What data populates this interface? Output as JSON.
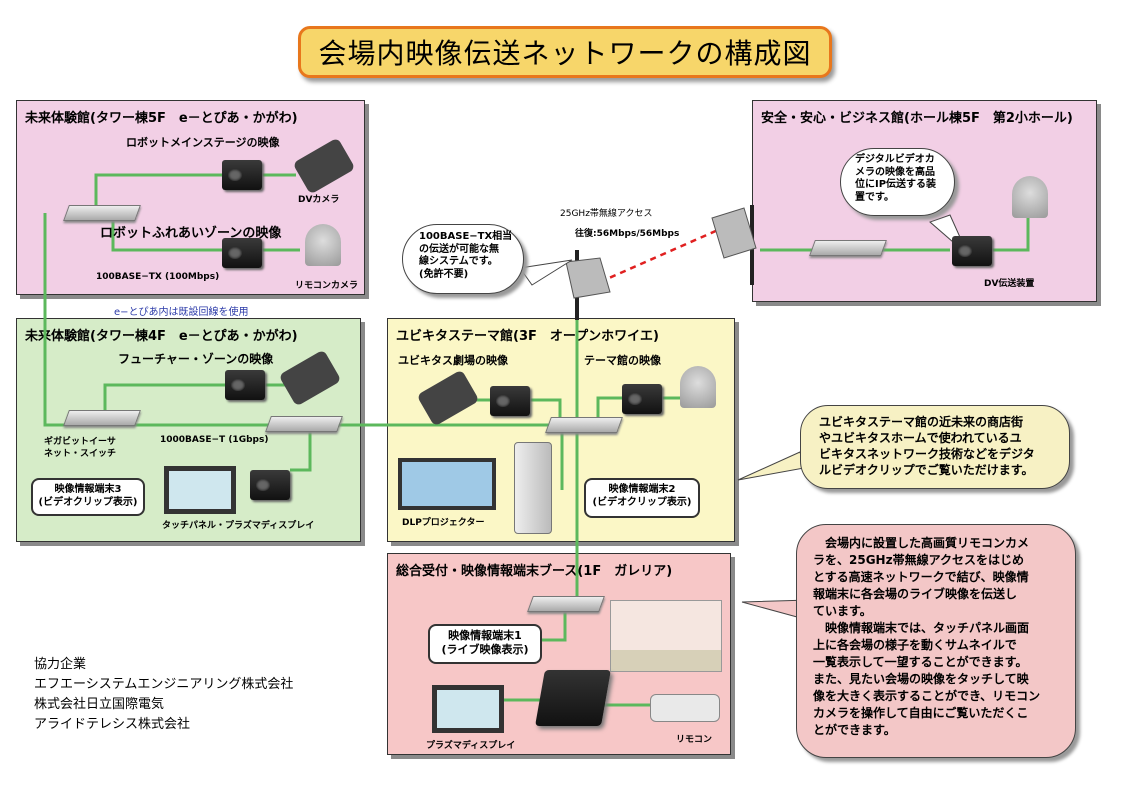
{
  "title": "会場内映像伝送ネットワークの構成図",
  "panels": {
    "mirai5f": {
      "title": "未来体験館(タワー棟5F　e－とぴあ・かがわ)",
      "robot_stage": "ロボットメインステージの映像",
      "robot_zone": "ロボットふれあいゾーンの映像",
      "dv_camera": "DVカメラ",
      "remote_camera": "リモコンカメラ",
      "switch_label": "100BASE−TX (100Mbps)"
    },
    "existing_line": "e−とぴあ内は既設回線を使用",
    "mirai4f": {
      "title": "未来体験館(タワー棟4F　e－とぴあ・かがわ)",
      "future_zone": "フューチャー・ゾーンの映像",
      "gigabit_switch": [
        "ギガビットイーサ",
        "ネット・スイッチ"
      ],
      "gbps_label": "1000BASE−T (1Gbps)",
      "terminal3": [
        "映像情報端末3",
        "(ビデオクリップ表示)"
      ],
      "touch_panel": "タッチパネル・プラズマディスプレイ"
    },
    "ubiquitas": {
      "title": "ユビキタステーマ館(3F　オープンホワイエ)",
      "theater": "ユビキタス劇場の映像",
      "theme_hall": "テーマ館の映像",
      "dlp": "DLPプロジェクター",
      "terminal2": [
        "映像情報端末2",
        "(ビデオクリップ表示)"
      ]
    },
    "safety": {
      "title": "安全・安心・ビジネス館(ホール棟5F　第2小ホール)",
      "dv_device": "DV伝送装置",
      "bubble": [
        "デジタルビデオカ",
        "メラの映像を高品",
        "位にIP伝送する装",
        "置です。"
      ]
    },
    "reception": {
      "title": "総合受付・映像情報端末ブース(1F　ガレリア)",
      "terminal1": [
        "映像情報端末1",
        "(ライブ映像表示)"
      ],
      "plasma": "プラズマディスプレイ",
      "remote": "リモコン"
    }
  },
  "wireless": {
    "label": "25GHz帯無線アクセス",
    "speed": "往復:56Mbps/56Mbps",
    "bubble": [
      "100BASE−TX相当",
      "の伝送が可能な無",
      "線システムです。",
      "(免許不要)"
    ]
  },
  "notes": {
    "ubiquitas_note": [
      "ユビキタステーマ館の近未来の商店街",
      "やユビキタスホームで使われているユ",
      "ビキタスネットワーク技術などをデジタ",
      "ルビデオクリップでご覧いただけます。"
    ],
    "main_note": [
      "　会場内に設置した高画質リモコンカメ",
      "ラを、25GHz帯無線アクセスをはじめ",
      "とする高速ネットワークで結び、映像情",
      "報端末に各会場のライブ映像を伝送し",
      "ています。",
      "　映像情報端末では、タッチパネル画面",
      "上に各会場の様子を動くサムネイルで",
      "一覧表示して一望することができます。",
      "また、見たい会場の映像をタッチして映",
      "像を大きく表示することができ、リモコン",
      "カメラを操作して自由にご覧いただくこ",
      "とができます。"
    ]
  },
  "partners": [
    "協力企業",
    "エフエーシステムエンジニアリング株式会社",
    "株式会社日立国際電気",
    "アライドテレシス株式会社"
  ],
  "colors": {
    "link_green": "#5cb85c",
    "wireless_red": "#e02020",
    "panel_pink": "#f2cfe5",
    "panel_green": "#d6ecc8",
    "panel_yellow": "#fbf7c6",
    "panel_salmon": "#f7c7c7",
    "title_bg": "#f7d66a",
    "title_border": "#e8771c"
  }
}
